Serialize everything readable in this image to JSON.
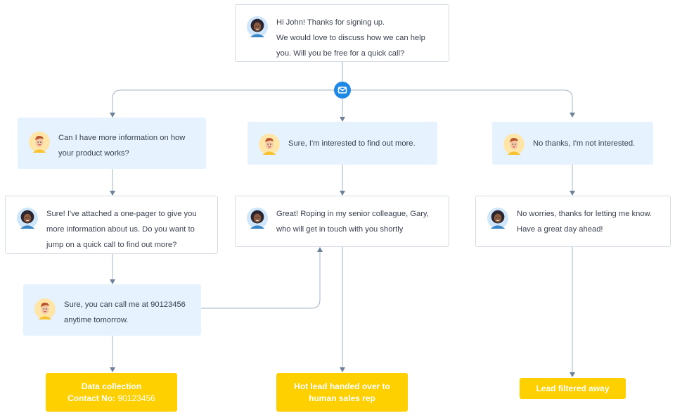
{
  "start_message": {
    "lines": [
      "Hi John! Thanks for signing up.",
      "We would love to discuss how we can help",
      "you. Will you be free for a quick call?"
    ],
    "avatar": "woman-avatar"
  },
  "hub_icon": "email-icon",
  "branches": [
    {
      "user_reply": {
        "lines": [
          "Can I have more information on how",
          "your product works?"
        ],
        "avatar": "man-avatar"
      },
      "bot_reply": {
        "lines": [
          "Sure! I've attached a one-pager to give you",
          "more information about us. Do you want to",
          "jump on a quick call to find out more?"
        ],
        "avatar": "woman-avatar"
      },
      "user_followup": {
        "lines": [
          "Sure, you can call me at 90123456",
          "anytime tomorrow."
        ],
        "avatar": "man-avatar"
      },
      "outcome": {
        "label": "Data collection",
        "field_label": "Contact No:",
        "field_value": "90123456"
      }
    },
    {
      "user_reply": {
        "lines": [
          "Sure, I'm interested to find out more."
        ],
        "avatar": "man-avatar"
      },
      "bot_reply": {
        "lines": [
          "Great! Roping in my senior colleague, Gary,",
          "who will get in touch with you shortly"
        ],
        "avatar": "woman-avatar"
      },
      "outcome": {
        "lines": [
          "Hot lead handed over to",
          "human sales rep"
        ]
      }
    },
    {
      "user_reply": {
        "lines": [
          "No thanks, I'm not interested."
        ],
        "avatar": "man-avatar"
      },
      "bot_reply": {
        "lines": [
          "No worries, thanks for letting me know.",
          "Have a great day ahead!"
        ],
        "avatar": "woman-avatar"
      },
      "outcome": {
        "lines": [
          "Lead filtered away"
        ]
      }
    }
  ],
  "colors": {
    "connector": "#a3b3c4",
    "arrow": "#6d8299",
    "bot_border": "#d5dbe3",
    "user_bg": "#e6f2fd",
    "outcome_bg": "#ffd000",
    "hub_icon": "#1e88e5"
  }
}
